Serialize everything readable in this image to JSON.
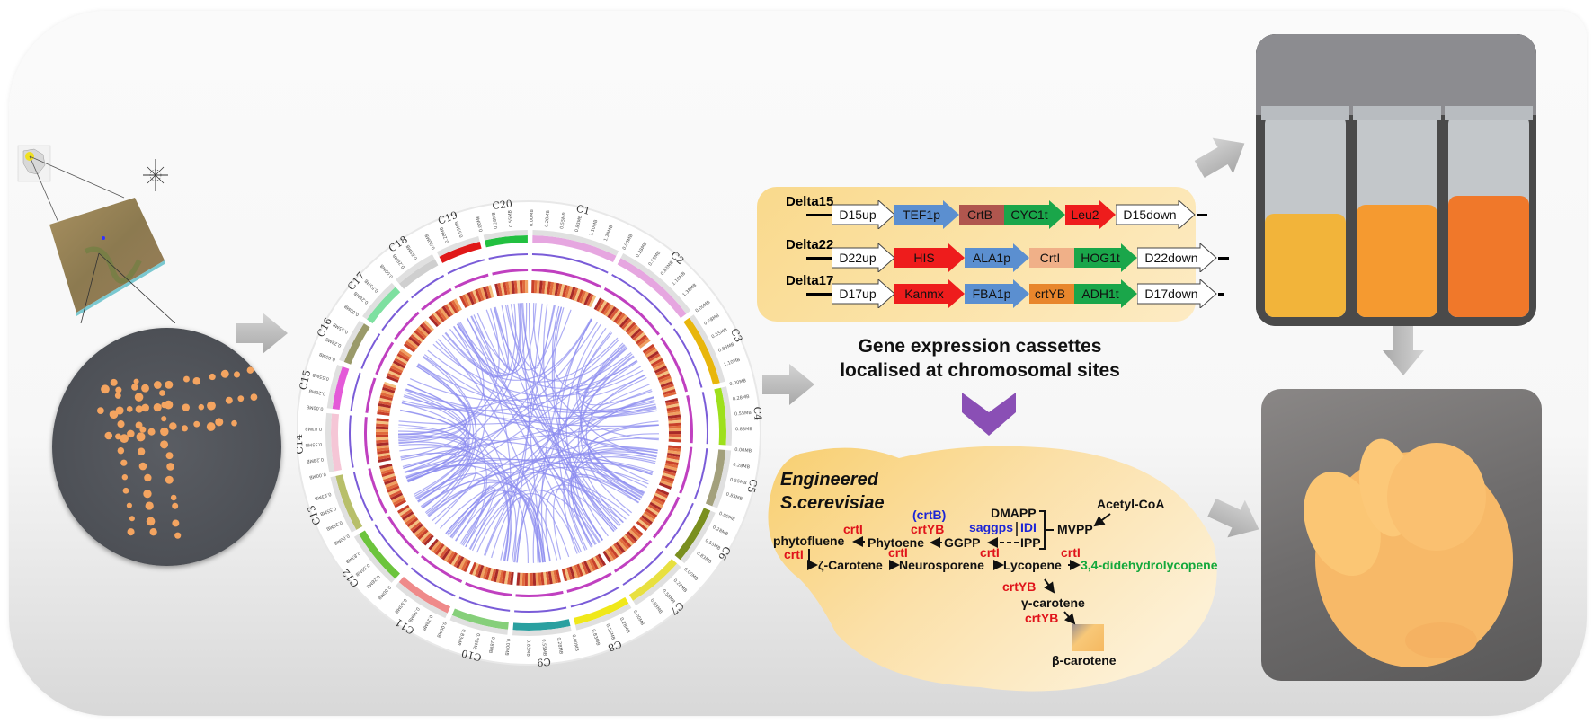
{
  "figure": {
    "left_panel": {
      "map_icon": "china-map-icon",
      "compass_icon": "compass-rose-icon",
      "terrain_icon": "3d-terrain-map-icon",
      "petri_icon": "petri-dish-colonies-icon",
      "colony_color": "#f4a460"
    },
    "circos": {
      "description": "genome circos plot",
      "chromosomes": [
        {
          "name": "C1",
          "color": "#e6a6e0",
          "ticks": [
            "0.00MB",
            "0.28MB",
            "0.55MB",
            "0.83MB",
            "1.10MB",
            "1.38MB"
          ]
        },
        {
          "name": "C2",
          "color": "#e6a6e0",
          "ticks": [
            "0.00MB",
            "0.28MB",
            "0.55MB",
            "0.83MB",
            "1.10MB",
            "1.38MB"
          ]
        },
        {
          "name": "C3",
          "color": "#e8b60c",
          "ticks": [
            "0.00MB",
            "0.28MB",
            "0.55MB",
            "0.83MB",
            "1.10MB"
          ]
        },
        {
          "name": "C4",
          "color": "#9ee01c",
          "ticks": [
            "0.00MB",
            "0.28MB",
            "0.55MB",
            "0.83MB"
          ]
        },
        {
          "name": "C5",
          "color": "#a3a07c",
          "ticks": [
            "0.00MB",
            "0.28MB",
            "0.55MB",
            "0.83MB"
          ]
        },
        {
          "name": "C6",
          "color": "#7a8f1f",
          "ticks": [
            "0.00MB",
            "0.28MB",
            "0.55MB",
            "0.83MB"
          ]
        },
        {
          "name": "C7",
          "color": "#e8e040",
          "ticks": [
            "0.00MB",
            "0.28MB",
            "0.55MB",
            "0.83MB"
          ]
        },
        {
          "name": "C8",
          "color": "#f0e81a",
          "ticks": [
            "0.00MB",
            "0.28MB",
            "0.55MB",
            "0.83MB"
          ]
        },
        {
          "name": "C9",
          "color": "#2aa0a0",
          "ticks": [
            "0.00MB",
            "0.28MB",
            "0.55MB",
            "0.83MB"
          ]
        },
        {
          "name": "C10",
          "color": "#86cf7a",
          "ticks": [
            "0.00MB",
            "0.28MB",
            "0.55MB",
            "0.83MB"
          ]
        },
        {
          "name": "C11",
          "color": "#ef8a8a",
          "ticks": [
            "0.00MB",
            "0.28MB",
            "0.55MB",
            "0.83MB"
          ]
        },
        {
          "name": "C12",
          "color": "#6cc43c",
          "ticks": [
            "0.00MB",
            "0.28MB",
            "0.55MB",
            "0.83MB"
          ]
        },
        {
          "name": "C13",
          "color": "#b8bf6a",
          "ticks": [
            "0.00MB",
            "0.28MB",
            "0.55MB",
            "0.83MB"
          ]
        },
        {
          "name": "C14",
          "color": "#f5c6d6",
          "ticks": [
            "0.00MB",
            "0.28MB",
            "0.55MB",
            "0.83MB"
          ]
        },
        {
          "name": "C15",
          "color": "#e45ad8",
          "ticks": [
            "0.00MB",
            "0.28MB",
            "0.55MB"
          ]
        },
        {
          "name": "C16",
          "color": "#9a9a6a",
          "ticks": [
            "0.00MB",
            "0.28MB",
            "0.55MB"
          ]
        },
        {
          "name": "C17",
          "color": "#7ee0a0",
          "ticks": [
            "0.00MB",
            "0.28MB",
            "0.55MB"
          ]
        },
        {
          "name": "C18",
          "color": "#cfcfcf",
          "ticks": [
            "0.00MB",
            "0.28MB",
            "0.55MB"
          ]
        },
        {
          "name": "C19",
          "color": "#e01818",
          "ticks": [
            "0.00MB",
            "0.28MB",
            "0.55MB"
          ]
        },
        {
          "name": "C20",
          "color": "#22c040",
          "ticks": [
            "0.00MB",
            "0.28MB",
            "0.55MB"
          ]
        }
      ],
      "link_color": "#8c8cf0",
      "heatmap_color": "#d8583a"
    },
    "cassettes": [
      {
        "label": "Delta15",
        "parts": [
          {
            "name": "D15up",
            "color": "#ffffff",
            "shape": "arrow"
          },
          {
            "name": "TEF1p",
            "color": "#5b8fd0",
            "shape": "arrow"
          },
          {
            "name": "CrtB",
            "color": "#b0564e",
            "shape": "box"
          },
          {
            "name": "CYC1t",
            "color": "#1aa64a",
            "shape": "arrow"
          },
          {
            "name": "Leu2",
            "color": "#ee1c1c",
            "shape": "arrow"
          },
          {
            "name": "D15down",
            "color": "#ffffff",
            "shape": "arrow"
          }
        ]
      },
      {
        "label": "Delta22",
        "parts": [
          {
            "name": "D22up",
            "color": "#ffffff",
            "shape": "arrow"
          },
          {
            "name": "HIS",
            "color": "#ee1c1c",
            "shape": "arrow"
          },
          {
            "name": "ALA1p",
            "color": "#5b8fd0",
            "shape": "arrow"
          },
          {
            "name": "CrtI",
            "color": "#f0b088",
            "shape": "box"
          },
          {
            "name": "HOG1t",
            "color": "#1aa64a",
            "shape": "arrow"
          },
          {
            "name": "D22down",
            "color": "#ffffff",
            "shape": "arrow"
          }
        ]
      },
      {
        "label": "Delta17",
        "parts": [
          {
            "name": "D17up",
            "color": "#ffffff",
            "shape": "arrow"
          },
          {
            "name": "Kanmx",
            "color": "#ee1c1c",
            "shape": "arrow"
          },
          {
            "name": "FBA1p",
            "color": "#5b8fd0",
            "shape": "arrow"
          },
          {
            "name": "crtYB",
            "color": "#e8862c",
            "shape": "box"
          },
          {
            "name": "ADH1t",
            "color": "#1aa64a",
            "shape": "arrow"
          },
          {
            "name": "D17down",
            "color": "#ffffff",
            "shape": "arrow"
          }
        ]
      }
    ],
    "cassette_title_line1": "Gene expression cassettes",
    "cassette_title_line2": "localised at chromosomal sites",
    "pathway": {
      "title_line1": "Engineered",
      "title_line2": "S.cerevisiae",
      "nodes": {
        "acetyl_coa": "Acetyl-CoA",
        "mvpp": "MVPP",
        "dmapp": "DMAPP",
        "ipp": "IPP",
        "ggpp": "GGPP",
        "phytoene": "Phytoene",
        "phytofluene": "phytofluene",
        "zeta_carotene": "ζ-Carotene",
        "neurosporene": "Neurosporene",
        "lycopene": "Lycopene",
        "didehydrolycopene": "3,4-didehydrolycopene",
        "gamma_carotene": "γ-carotene",
        "beta_carotene": "β-carotene"
      },
      "enzymes": {
        "saggps": "saggps",
        "idi": "IDI",
        "crtB": "(crtB)",
        "crtYB_1": "crtYB",
        "crtI_phytoene": "crtI",
        "crtI_phytofluene": "crtI",
        "crtI_zeta": "crtI",
        "crtI_neuro": "crtI",
        "crtI_lyco": "crtI",
        "crtYB_gamma": "crtYB",
        "crtYB_beta": "crtYB"
      }
    },
    "photos": {
      "bioreactor": "bioreactor-photo",
      "bioreactor_liquid_colors": [
        "#f2b43a",
        "#f59a30",
        "#f0782a"
      ],
      "powder": "beta-carotene-powder-photo",
      "powder_color": "#f7b968"
    },
    "accent_chevron_color": "#8a4fb5",
    "arrow_color": "#b8b8b8"
  }
}
